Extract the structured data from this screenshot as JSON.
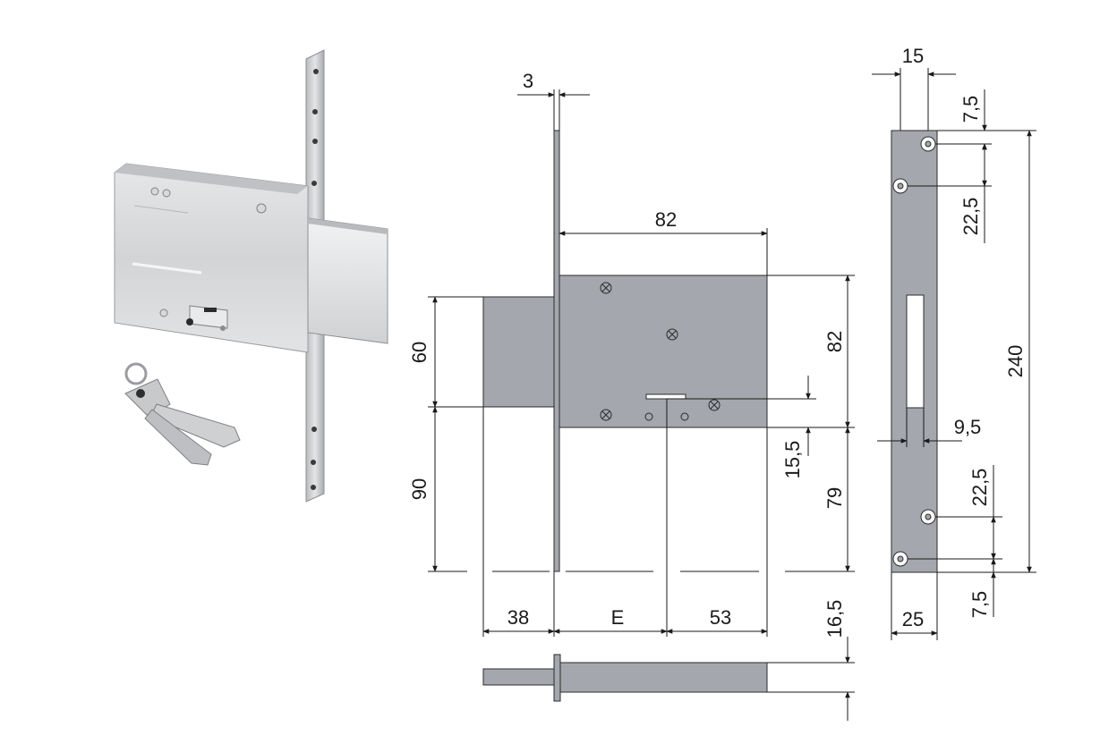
{
  "dimensions": {
    "faceplate_thickness": "3",
    "case_width": "82",
    "case_height": "82",
    "bolt_height": "60",
    "lower_height": "90",
    "key_offset": "15,5",
    "bottom_height": "79",
    "bolt_throw": "38",
    "backset": "E",
    "rear_width": "53",
    "bolt_depth": "16,5",
    "strike_width_top": "15",
    "strike_hole_top_offset": "7,5",
    "strike_hole_spacing_top": "22,5",
    "strike_total_height": "240",
    "strike_slot_width": "9,5",
    "strike_hole_spacing_bottom": "22,5",
    "strike_hole_bottom_offset": "7,5",
    "strike_width_bottom": "25"
  },
  "colors": {
    "case_fill": "#a4a7ad",
    "case_stroke": "#2b2b2b",
    "line": "#1a1a1a"
  }
}
